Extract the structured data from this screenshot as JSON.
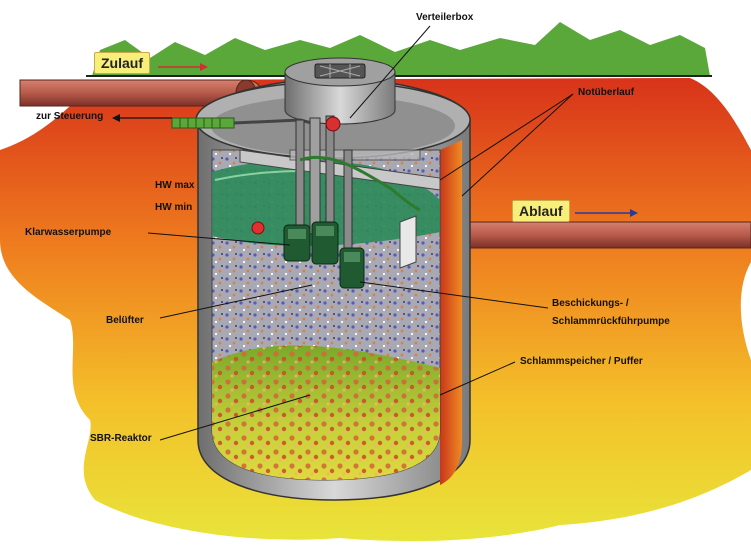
{
  "labels": {
    "zulauf": "Zulauf",
    "ablauf": "Ablauf",
    "verteilerbox": "Verteilerbox",
    "notueberlauf": "Notüberlauf",
    "zur_steuerung": "zur Steuerung",
    "hw_max": "HW max",
    "hw_min": "HW min",
    "klarwasserpumpe": "Klarwasserpumpe",
    "beluefter": "Belüfter",
    "beschickung_1": "Beschickungs- /",
    "beschickung_2": "Schlammrückführpumpe",
    "schlammspeicher": "Schlammspeicher / Puffer",
    "sbr_reaktor": "SBR-Reaktor"
  },
  "colors": {
    "pipe": "#b85a4a",
    "grass": "#5aa83a",
    "water": "#2f8a5a",
    "sludge": "#b8c83a",
    "tank_wall": "#9a9a9a",
    "arrow": "#d23030",
    "arrow_out": "#2a3a9a"
  }
}
